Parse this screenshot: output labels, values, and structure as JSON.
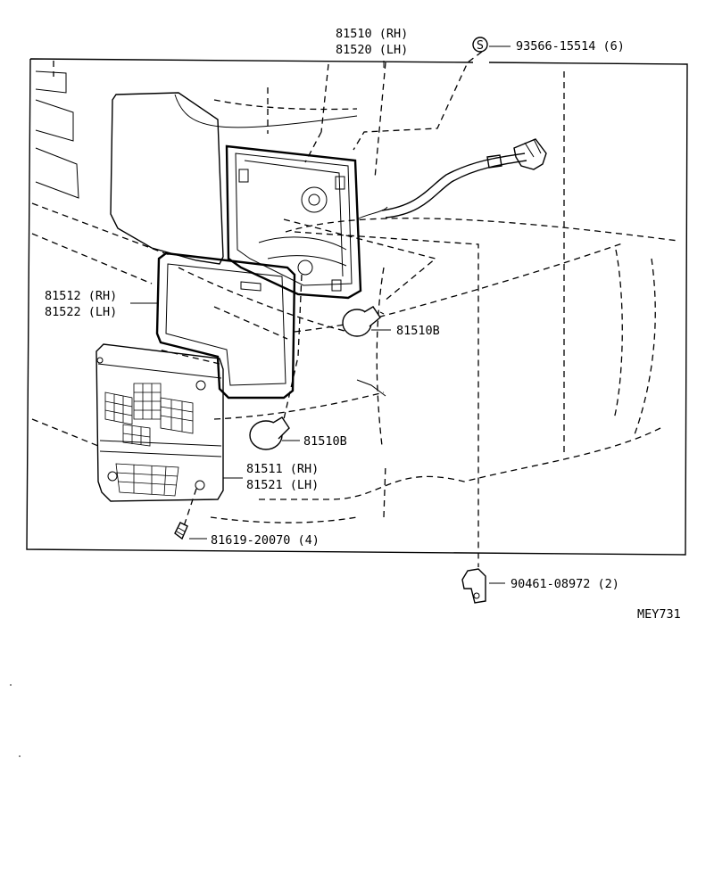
{
  "diagram": {
    "code": "MEY731",
    "parts": {
      "housing": [
        "81510 (RH)",
        "81520 (LH)"
      ],
      "screw": {
        "marker": "S",
        "label": "93566-15514 (6)"
      },
      "gasket": [
        "81512 (RH)",
        "81522 (LH)"
      ],
      "bulb_upper": "81510B",
      "bulb_lower": "81510B",
      "lens": [
        "81511 (RH)",
        "81521 (LH)"
      ],
      "lens_screw": "81619-20070 (4)",
      "clamp": "90461-08972 (2)"
    }
  }
}
